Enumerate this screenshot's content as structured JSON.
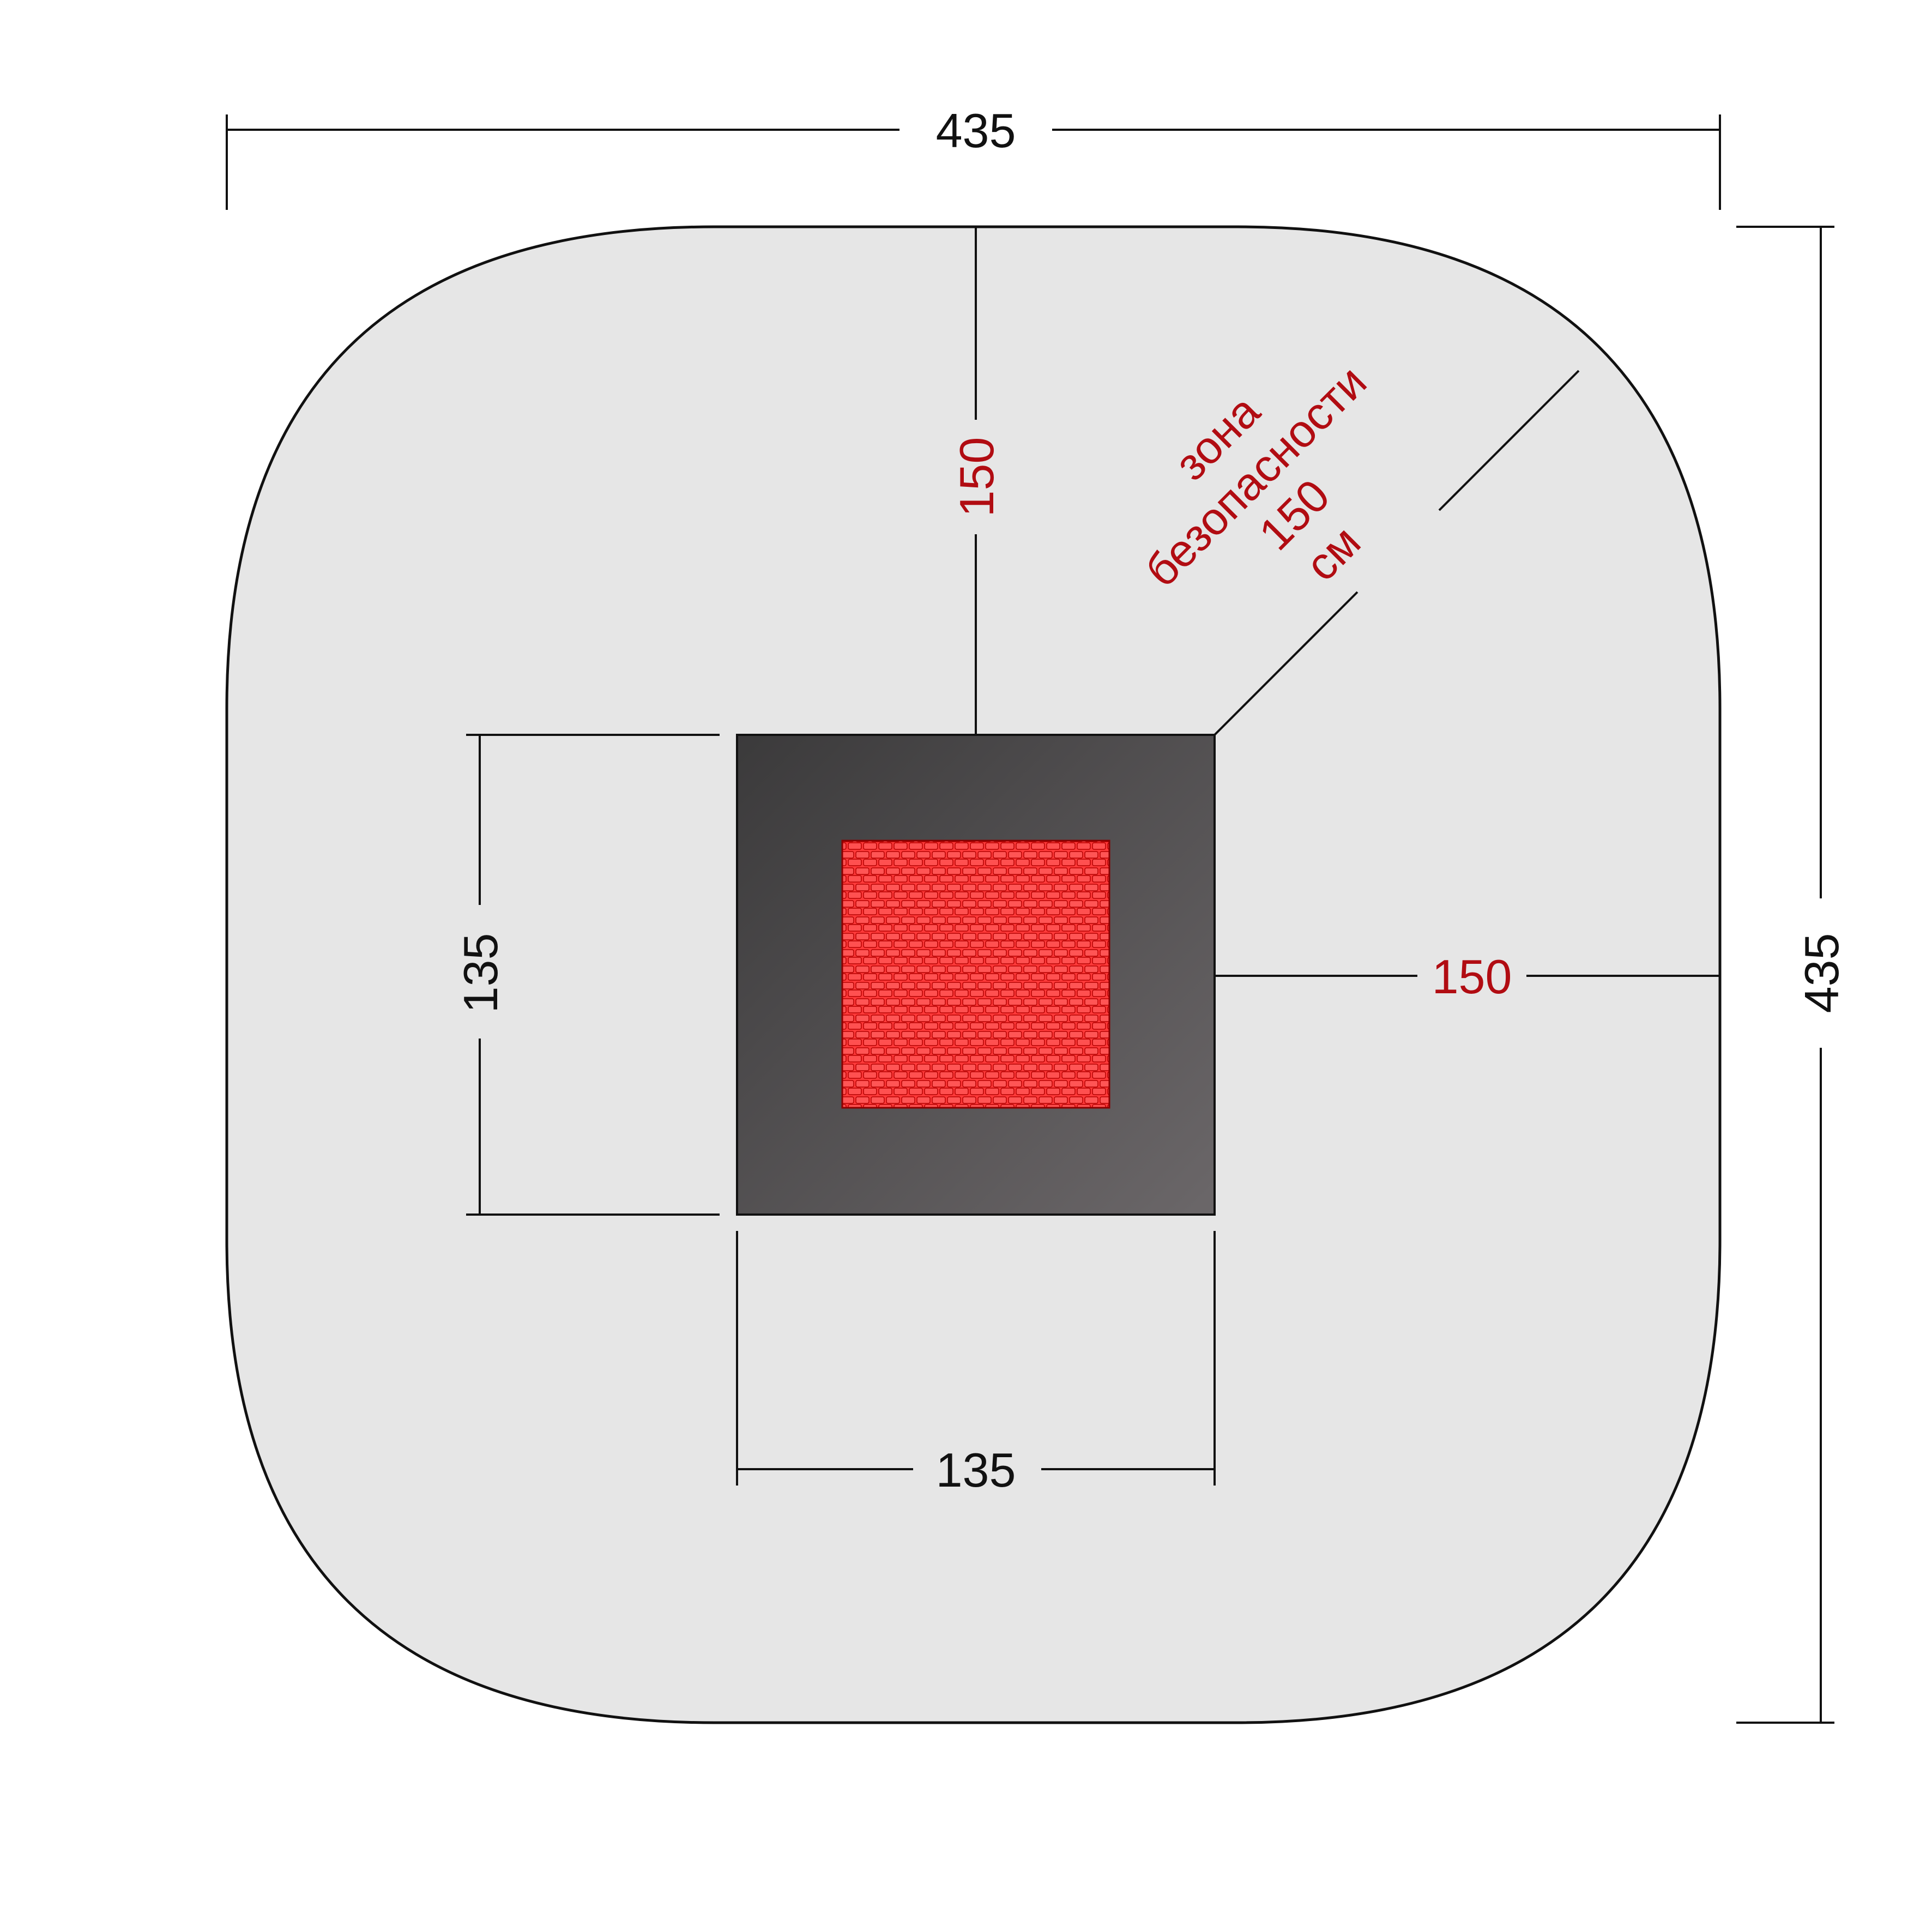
{
  "dimensions": {
    "overall_width": "435",
    "overall_height": "435",
    "equipment_width": "135",
    "equipment_height": "135",
    "clearance_top": "150",
    "clearance_right": "150"
  },
  "safety_zone_label": {
    "line1": "зона",
    "line2": "безопасности",
    "line3": "150",
    "line4": "см"
  },
  "colors": {
    "zone_fill": "#e6e6e6",
    "outline": "#111111",
    "frame_dark": "#3b3a3b",
    "frame_light": "#6b6769",
    "mat_red": "#ff3a3a",
    "accent_text": "#b10c12"
  },
  "icons": {
    "trampoline": "trampoline-icon"
  }
}
